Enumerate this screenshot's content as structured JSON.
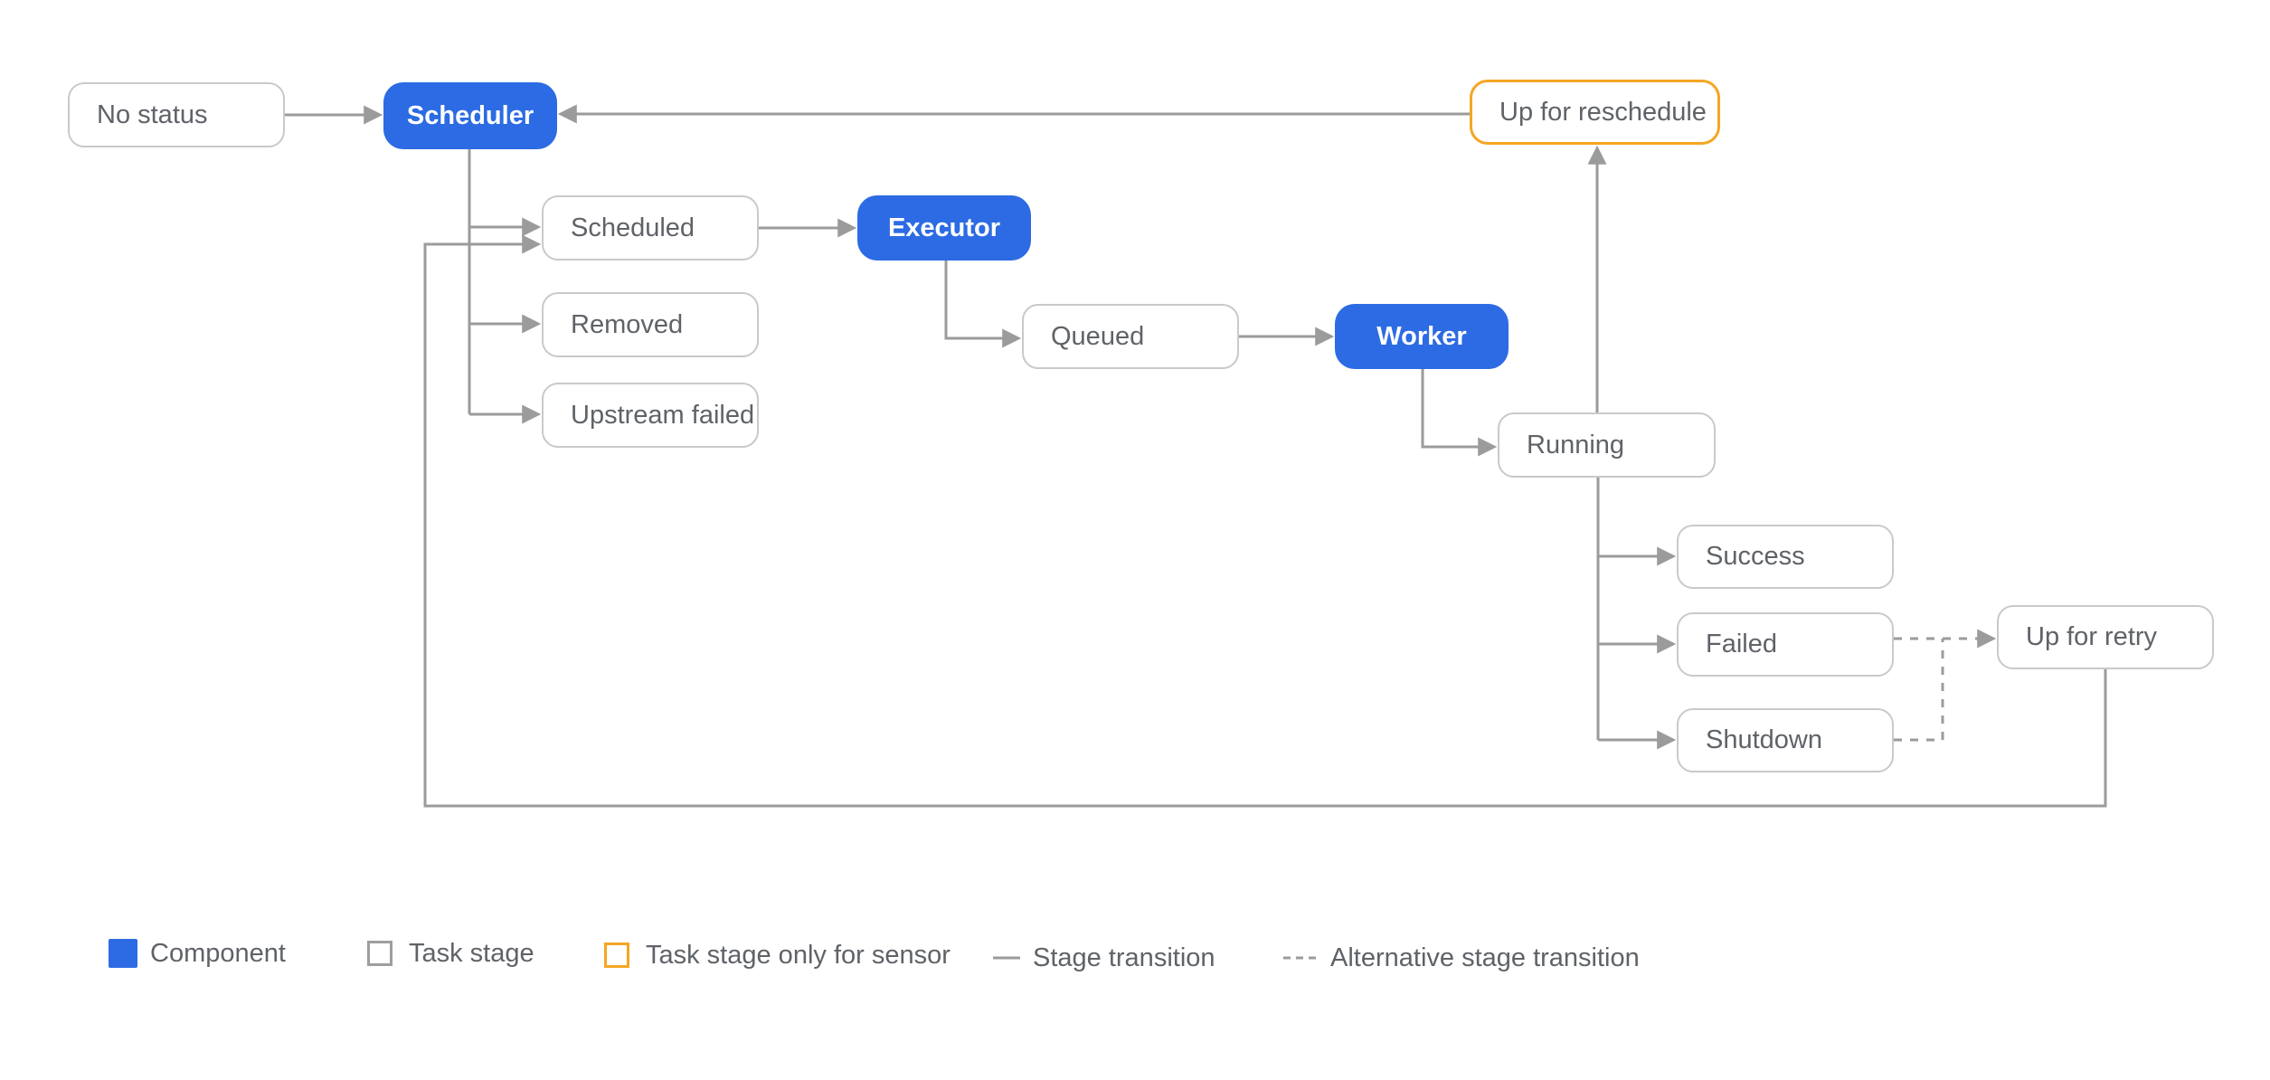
{
  "nodes": {
    "no_status": "No status",
    "scheduler": "Scheduler",
    "scheduled": "Scheduled",
    "removed": "Removed",
    "upstream_failed": "Upstream failed",
    "executor": "Executor",
    "queued": "Queued",
    "worker": "Worker",
    "running": "Running",
    "success": "Success",
    "failed": "Failed",
    "shutdown": "Shutdown",
    "up_for_retry": "Up for retry",
    "up_for_reschedule": "Up for reschedule"
  },
  "edges": [
    {
      "from": "no_status",
      "to": "scheduler",
      "style": "solid"
    },
    {
      "from": "up_for_reschedule",
      "to": "scheduler",
      "style": "solid"
    },
    {
      "from": "scheduler",
      "to": "scheduled",
      "style": "solid"
    },
    {
      "from": "scheduler",
      "to": "removed",
      "style": "solid"
    },
    {
      "from": "scheduler",
      "to": "upstream_failed",
      "style": "solid"
    },
    {
      "from": "scheduled",
      "to": "executor",
      "style": "solid"
    },
    {
      "from": "executor",
      "to": "queued",
      "style": "solid"
    },
    {
      "from": "queued",
      "to": "worker",
      "style": "solid"
    },
    {
      "from": "worker",
      "to": "running",
      "style": "solid"
    },
    {
      "from": "running",
      "to": "up_for_reschedule",
      "style": "solid"
    },
    {
      "from": "running",
      "to": "success",
      "style": "solid"
    },
    {
      "from": "running",
      "to": "failed",
      "style": "solid"
    },
    {
      "from": "running",
      "to": "shutdown",
      "style": "solid"
    },
    {
      "from": "failed",
      "to": "up_for_retry",
      "style": "dashed"
    },
    {
      "from": "shutdown",
      "to": "up_for_retry",
      "style": "dashed"
    },
    {
      "from": "up_for_retry",
      "to": "scheduled",
      "style": "solid"
    }
  ],
  "legend": {
    "component": "Component",
    "task_stage": "Task stage",
    "sensor_stage": "Task stage only for sensor",
    "stage_transition": "Stage transition",
    "alt_stage_transition": "Alternative stage transition"
  },
  "colors": {
    "component_fill": "#2c6be3",
    "task_border": "#c9c9c9",
    "sensor_border": "#f5a623",
    "line": "#9b9b9b",
    "text": "#5f6368"
  }
}
